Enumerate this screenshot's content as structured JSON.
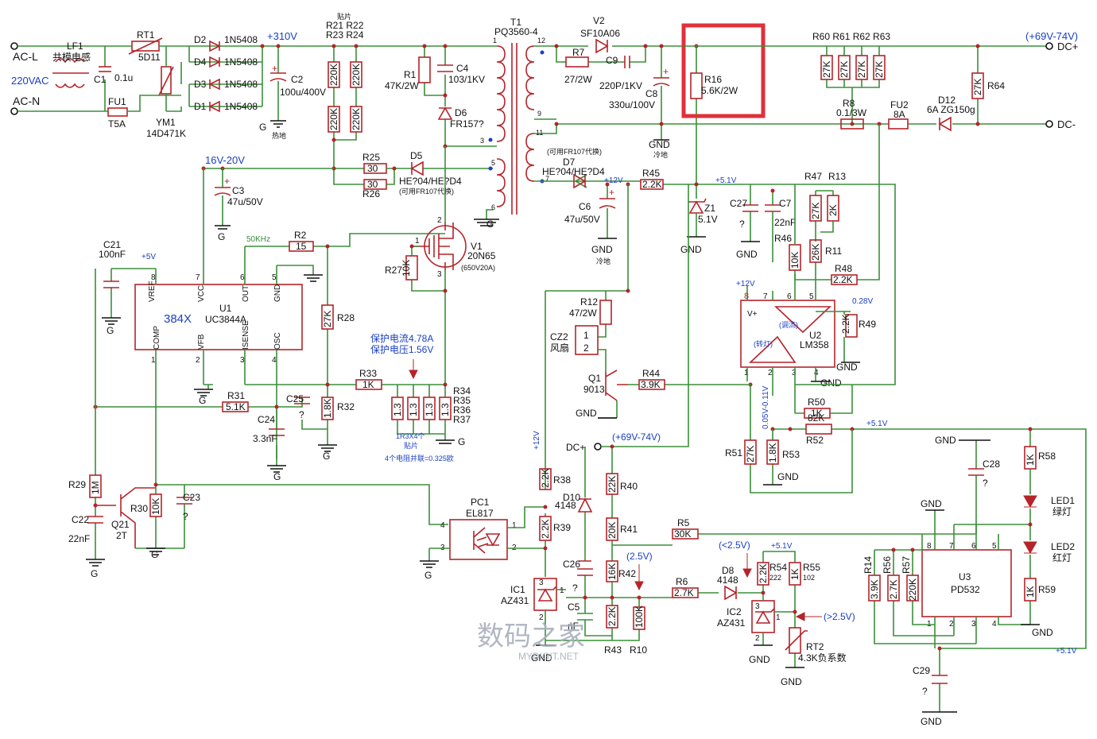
{
  "inputs": {
    "ac_l": "AC-L",
    "ac_n": "AC-N",
    "voltage": "220VAC"
  },
  "outputs": {
    "dc_plus": "DC+",
    "dc_minus": "DC-",
    "range": "(+69V-74V)"
  },
  "nets": {
    "v310": "+310V",
    "v16_20": "16V-20V",
    "v12": "+12V",
    "v5": "+5V",
    "v51": "+5.1V",
    "gnd": "GND",
    "g": "G",
    "cold_gnd": "冷地",
    "hot_gnd": "热地",
    "khz": "50KHz",
    "v_low": "(<2.5V)",
    "v_high": "(>2.5V)",
    "v25": "(2.5V)",
    "v028": "0.28V",
    "v0511": "0.05V-0.11V",
    "dc_plus2": "DC+",
    "range2": "(+69V-74V)"
  },
  "components": {
    "lf1": {
      "ref": "LF1",
      "desc": "共模电感"
    },
    "rt1": {
      "ref": "RT1",
      "value": "5D11"
    },
    "c1": {
      "ref": "C1",
      "value": "0.1u"
    },
    "fu1": {
      "ref": "FU1",
      "value": "T5A"
    },
    "ym1": {
      "ref": "YM1",
      "value": "14D471K"
    },
    "d1": {
      "ref": "D1",
      "value": "1N5408"
    },
    "d2": {
      "ref": "D2",
      "value": "1N5408"
    },
    "d3": {
      "ref": "D3",
      "value": "1N5408"
    },
    "d4": {
      "ref": "D4",
      "value": "1N5408"
    },
    "c2": {
      "ref": "C2",
      "value": "100u/400V"
    },
    "r21_24": {
      "ref1": "R21 R22",
      "ref2": "R23 R24",
      "note": "贴片",
      "value": "220K"
    },
    "r1": {
      "ref": "R1",
      "value": "47K/2W"
    },
    "c4": {
      "ref": "C4",
      "value": "103/1KV"
    },
    "d6": {
      "ref": "D6",
      "value": "FR157?"
    },
    "t1": {
      "ref": "T1",
      "value": "PQ3560-4"
    },
    "v2": {
      "ref": "V2",
      "value": "SF10A06"
    },
    "r7": {
      "ref": "R7",
      "value": "27/2W"
    },
    "c9": {
      "ref": "C9",
      "value": "220P/1KV"
    },
    "c8": {
      "ref": "C8",
      "value": "330u/100V"
    },
    "r16": {
      "ref": "R16",
      "value": "5.6K/2W"
    },
    "r60_63": {
      "ref": "R60 R61 R62 R63",
      "value": "27K"
    },
    "r64": {
      "ref": "R64",
      "value": "27K"
    },
    "r8": {
      "ref": "R8",
      "value": "0.1/3W"
    },
    "fu2": {
      "ref": "FU2",
      "value": "8A"
    },
    "d12": {
      "ref": "D12",
      "value": "6A ZG150g"
    },
    "d7": {
      "ref": "D7",
      "value": "HE?04/HE?D4",
      "note": "(可用FR107代换)"
    },
    "d5": {
      "ref": "D5",
      "value": "HE?04/HE?D4",
      "note": "(可用FR107代换)"
    },
    "r25": {
      "ref": "R25",
      "value": "30"
    },
    "r26": {
      "ref": "R26",
      "value": "30"
    },
    "c3": {
      "ref": "C3",
      "value": "47u/50V"
    },
    "r45": {
      "ref": "R45",
      "value": "2.2K"
    },
    "c6": {
      "ref": "C6",
      "value": "47u/50V"
    },
    "z1": {
      "ref": "Z1",
      "value": "5.1V"
    },
    "c27": {
      "ref": "C27",
      "value": "?"
    },
    "c7": {
      "ref": "C7",
      "value": "22nF"
    },
    "r47": {
      "ref": "R47",
      "value": "27K"
    },
    "r13": {
      "ref": "R13",
      "value": "2K"
    },
    "r46": {
      "ref": "R46",
      "value": "10K"
    },
    "r11": {
      "ref": "R11",
      "value": "26K"
    },
    "r48": {
      "ref": "R48",
      "value": "2.2K"
    },
    "r49": {
      "ref": "R49",
      "value": "2.2K"
    },
    "u2": {
      "ref": "U2",
      "value": "LM358",
      "a": "(调流)",
      "b": "(转灯)"
    },
    "r50": {
      "ref": "R50",
      "value": "1K"
    },
    "r52": {
      "ref": "R52",
      "value": "82K"
    },
    "r51": {
      "ref": "R51",
      "value": "27K"
    },
    "r53": {
      "ref": "R53",
      "value": "1.8K"
    },
    "c21": {
      "ref": "C21",
      "value": "100nF"
    },
    "u1": {
      "ref": "U1",
      "value": "UC3844A",
      "mark": "384X"
    },
    "r2": {
      "ref": "R2",
      "value": "15"
    },
    "v1": {
      "ref": "V1",
      "value": "20N65",
      "note": "(650V20A)"
    },
    "r27": {
      "ref": "R27",
      "value": "10K"
    },
    "r28": {
      "ref": "R28",
      "value": "27K"
    },
    "r33": {
      "ref": "R33",
      "value": "1K"
    },
    "r34_37": {
      "refs": [
        "R34",
        "R35",
        "R36",
        "R37"
      ],
      "value": "1.3",
      "note1": "1R3X4个",
      "note2": "贴片",
      "note3": "4个电阻并联=0.325欧"
    },
    "protect": {
      "current": "保护电流4.78A",
      "voltage": "保护电压1.56V"
    },
    "r31": {
      "ref": "R31",
      "value": "5.1K"
    },
    "c25": {
      "ref": "C25",
      "value": "?"
    },
    "r32": {
      "ref": "R32",
      "value": "1.8K"
    },
    "c24": {
      "ref": "C24",
      "value": "3.3nF"
    },
    "r29": {
      "ref": "R29",
      "value": "1M"
    },
    "c22": {
      "ref": "C22",
      "value": "22nF"
    },
    "q21": {
      "ref": "Q21",
      "value": "2T"
    },
    "r30": {
      "ref": "R30",
      "value": "10K"
    },
    "c23": {
      "ref": "C23",
      "value": "?"
    },
    "pc1": {
      "ref": "PC1",
      "value": "EL817"
    },
    "r12": {
      "ref": "R12",
      "value": "47/2W"
    },
    "cz2": {
      "ref": "CZ2",
      "value": "风扇"
    },
    "q1": {
      "ref": "Q1",
      "value": "9013"
    },
    "r44": {
      "ref": "R44",
      "value": "3.9K"
    },
    "r38": {
      "ref": "R38",
      "value": "2.2K"
    },
    "r39": {
      "ref": "R39",
      "value": "2.2K"
    },
    "d10": {
      "ref": "D10",
      "value": "4148"
    },
    "r40": {
      "ref": "R40",
      "value": "22K"
    },
    "r41": {
      "ref": "R41",
      "value": "20K"
    },
    "r42": {
      "ref": "R42",
      "value": "16K"
    },
    "r43": {
      "ref": "R43",
      "value": "2.2K"
    },
    "r10": {
      "ref": "R10",
      "value": "100K"
    },
    "c26": {
      "ref": "C26",
      "value": "?"
    },
    "c5": {
      "ref": "C5",
      "value": "nF"
    },
    "ic1": {
      "ref": "IC1",
      "value": "AZ431"
    },
    "r5": {
      "ref": "R5",
      "value": "30K"
    },
    "r6": {
      "ref": "R6",
      "value": "2.7K"
    },
    "d8": {
      "ref": "D8",
      "value": "4148"
    },
    "ic2": {
      "ref": "IC2",
      "value": "AZ431"
    },
    "r54": {
      "ref": "R54",
      "value": "2.2K",
      "code": "222"
    },
    "r55": {
      "ref": "R55",
      "value": "1K",
      "code": "102"
    },
    "rt2": {
      "ref": "RT2",
      "value": "4.3K负系数"
    },
    "r14": {
      "ref": "R14",
      "value": "3.9K"
    },
    "r56": {
      "ref": "R56",
      "value": "2.7K"
    },
    "r57": {
      "ref": "R57",
      "value": "220K"
    },
    "u3": {
      "ref": "U3",
      "value": "PD532"
    },
    "c28": {
      "ref": "C28",
      "value": "?"
    },
    "c29": {
      "ref": "C29",
      "value": "?"
    },
    "r58": {
      "ref": "R58",
      "value": "1K"
    },
    "r59": {
      "ref": "R59",
      "value": "1K"
    },
    "led1": {
      "ref": "LED1",
      "value": "绿灯"
    },
    "led2": {
      "ref": "LED2",
      "value": "红灯"
    }
  },
  "watermark": {
    "site": "数码之家",
    "url": "MYDIGIT.NET"
  }
}
